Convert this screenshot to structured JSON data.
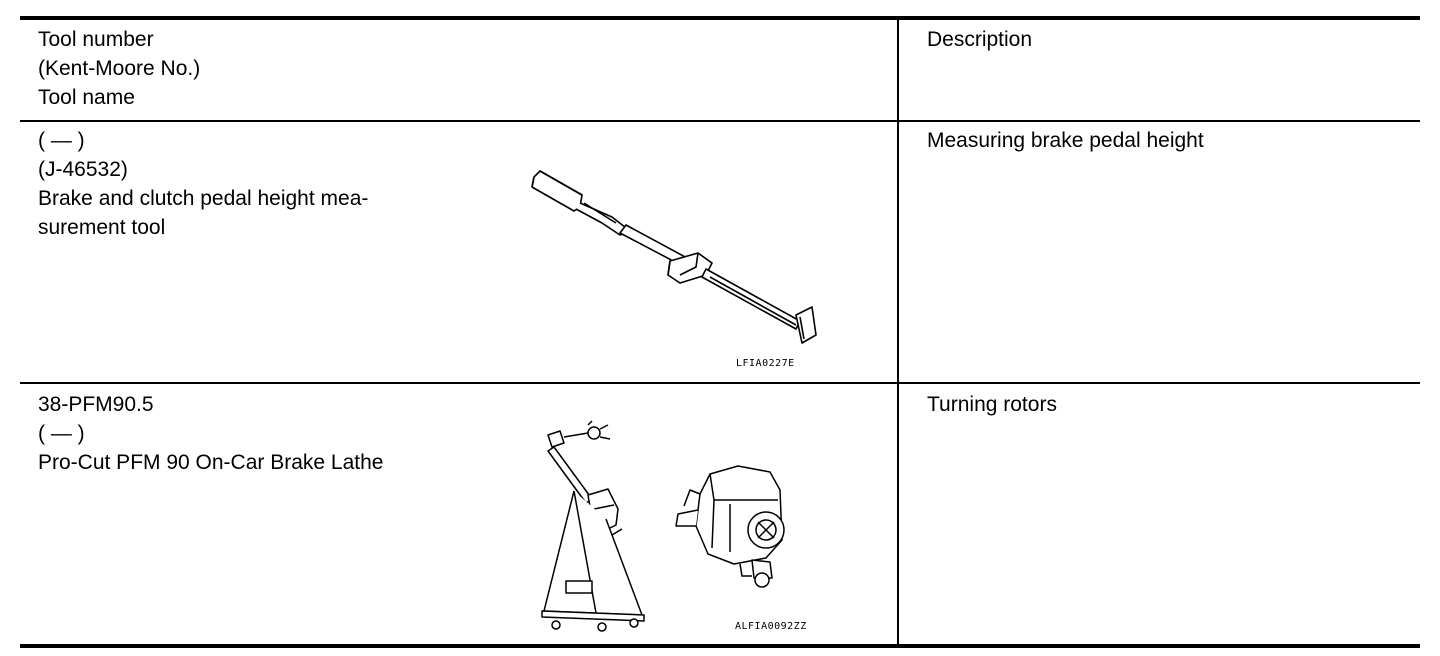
{
  "table": {
    "header": {
      "tool_lines": [
        "Tool number",
        "(Kent-Moore No.)",
        "Tool name"
      ],
      "description": "Description"
    },
    "rows": [
      {
        "tool_lines": [
          "(    —    )",
          "(J-46532)",
          "Brake and clutch pedal height mea-",
          "surement tool"
        ],
        "description": "Measuring brake pedal height",
        "figure_code": "LFIA0227E",
        "figure_icon": "pedal-height-gauge-illustration"
      },
      {
        "tool_lines": [
          "38-PFM90.5",
          "(    —    )",
          "Pro-Cut PFM 90 On-Car Brake Lathe"
        ],
        "description": "Turning rotors",
        "figure_code": "ALFIA0092ZZ",
        "figure_icon": "brake-lathe-illustration"
      }
    ]
  }
}
